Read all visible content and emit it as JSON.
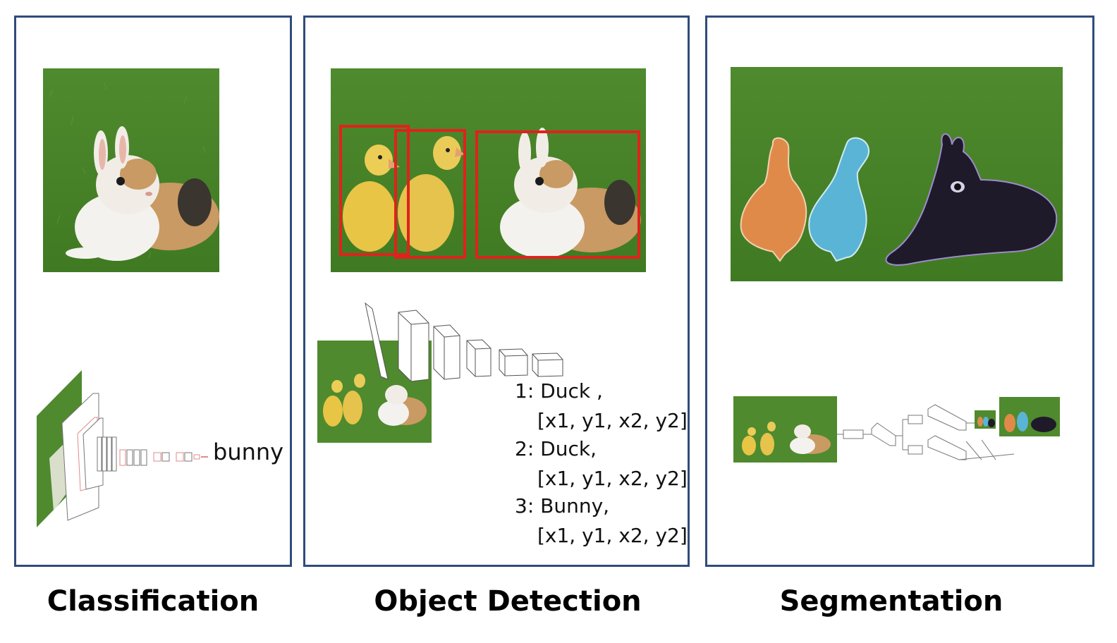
{
  "panels": {
    "classification": {
      "caption": "Classification",
      "output_label": "bunny"
    },
    "detection": {
      "caption": "Object Detection",
      "results": [
        {
          "label": "1: Duck ,",
          "coords": "[x1, y1, x2, y2]"
        },
        {
          "label": "2: Duck,",
          "coords": "[x1, y1, x2, y2]"
        },
        {
          "label": "3: Bunny,",
          "coords": "[x1, y1, x2, y2]"
        }
      ]
    },
    "segmentation": {
      "caption": "Segmentation"
    }
  },
  "colors": {
    "panel_border": "#2f4c7a",
    "bbox": "#e0221c",
    "grass": "#4f8a2e",
    "duck_mask": "#e08a4a",
    "duck2_mask": "#5ab4d6",
    "bunny_mask": "#1e1a2a"
  }
}
